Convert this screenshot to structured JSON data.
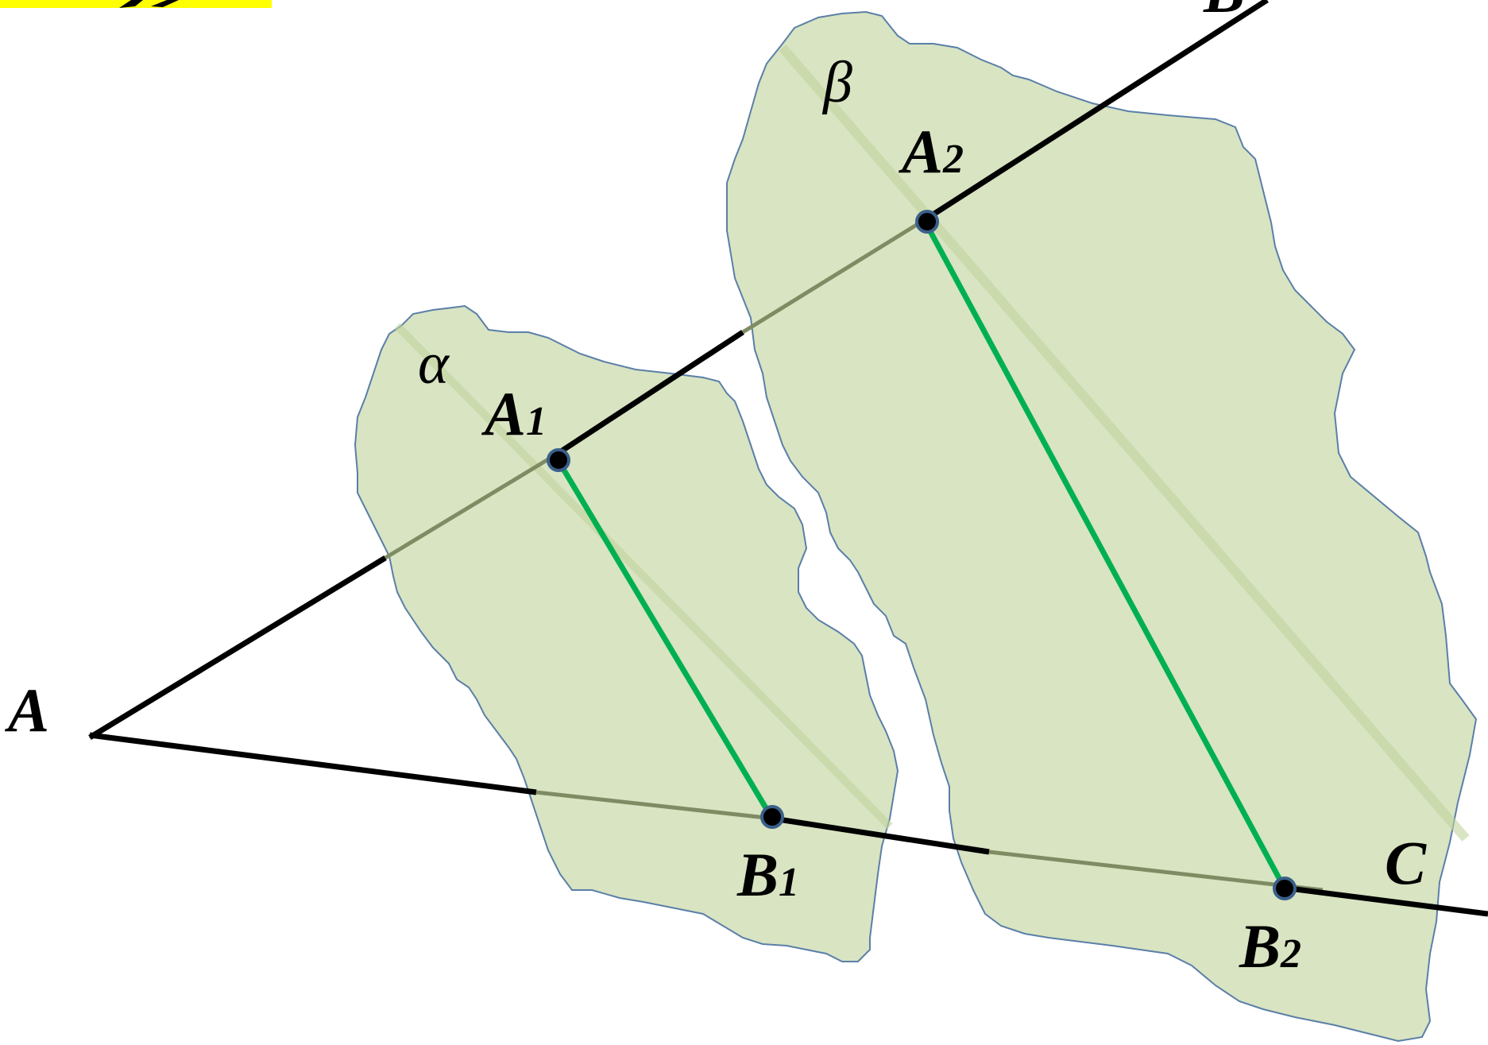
{
  "labels": {
    "A": "A",
    "B": "B",
    "C": "C",
    "A1": "A",
    "A1_sub": "1",
    "A2": "A",
    "A2_sub": "2",
    "B1": "B",
    "B1_sub": "1",
    "B2": "B",
    "B2_sub": "2",
    "alpha": "α",
    "beta": "β"
  },
  "colors": {
    "plane_fill": "#d6e3bf",
    "plane_stroke": "#5b7fa8",
    "ray": "#000000",
    "segment": "#00b050",
    "hidden_ray": "#7f8c63",
    "highlight": "#ffff00",
    "point_fill": "#000000",
    "point_ring": "#3a5f8a"
  }
}
